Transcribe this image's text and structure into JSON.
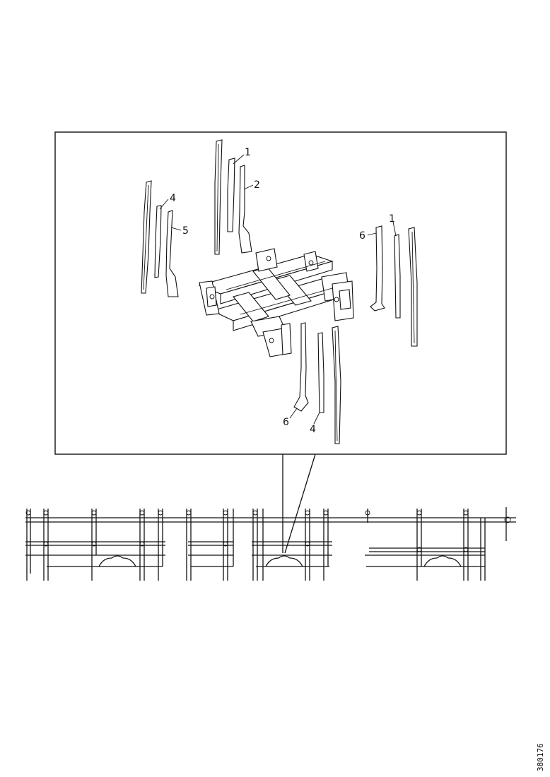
{
  "diagram": {
    "callouts": [
      {
        "id": "c1a",
        "label": "1"
      },
      {
        "id": "c2",
        "label": "2"
      },
      {
        "id": "c4a",
        "label": "4"
      },
      {
        "id": "c5",
        "label": "5"
      },
      {
        "id": "c6a",
        "label": "6"
      },
      {
        "id": "c1b",
        "label": "1"
      },
      {
        "id": "c6b",
        "label": "6"
      },
      {
        "id": "c4b",
        "label": "4"
      }
    ],
    "document_id": "380176"
  }
}
